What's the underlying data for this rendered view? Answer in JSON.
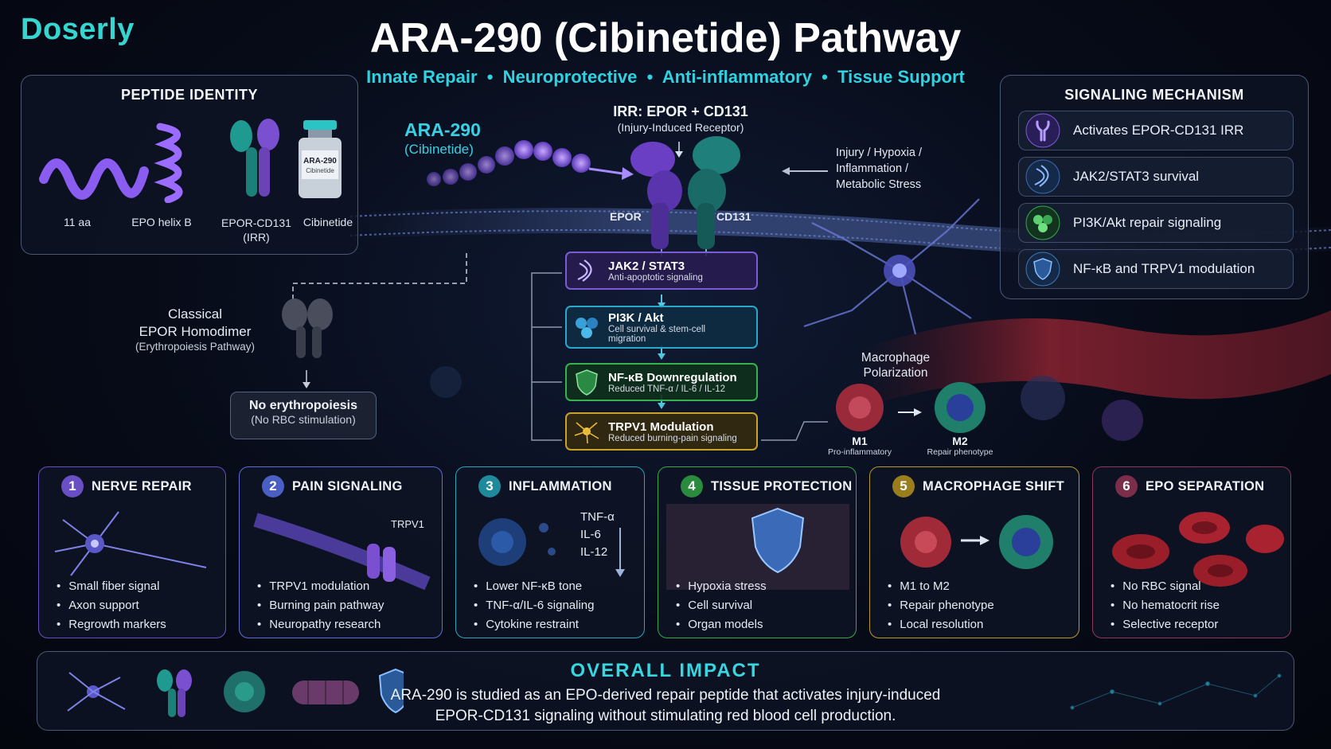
{
  "brand": "Doserly",
  "title": "ARA-290 (Cibinetide) Pathway",
  "subtitle": "Innate Repair  •  Neuroprotective  •  Anti-inflammatory  •  Tissue Support",
  "identity": {
    "heading": "PEPTIDE IDENTITY",
    "items": [
      {
        "label": "11 aa",
        "icon": "helix-ribbon-icon"
      },
      {
        "label": "EPO helix B",
        "icon": "coil-helix-icon"
      },
      {
        "label": "EPOR-CD131\n(IRR)",
        "icon": "receptor-y-icon"
      },
      {
        "label": "Cibinetide",
        "icon": "vial-icon"
      }
    ],
    "vial_label": "ARA-290",
    "vial_sub": "Cibinetide"
  },
  "peptide": {
    "name": "ARA-290",
    "sub": "(Cibinetide)"
  },
  "receptor": {
    "title": "IRR: EPOR + CD131",
    "sub": "(Injury-Induced Receptor)",
    "left": "EPOR",
    "right": "CD131"
  },
  "stress": "Injury / Hypoxia /\nInflammation /\nMetabolic Stress",
  "classical": {
    "title": "Classical\nEPOR Homodimer",
    "sub": "(Erythropoiesis Pathway)"
  },
  "no_ery": {
    "title": "No erythropoiesis",
    "sub": "(No RBC stimulation)"
  },
  "steps": [
    {
      "title": "JAK2 / STAT3",
      "sub": "Anti-apoptotic signaling",
      "color": "#7b5cd6",
      "icon": "dna-icon"
    },
    {
      "title": "PI3K / Akt",
      "sub": "Cell survival & stem-cell migration",
      "color": "#2aa7c9",
      "icon": "cells-cluster-icon"
    },
    {
      "title": "NF-κB Downregulation",
      "sub": "Reduced TNF-α / IL-6 / IL-12",
      "color": "#37b24d",
      "icon": "shield-icon"
    },
    {
      "title": "TRPV1 Modulation",
      "sub": "Reduced burning-pain signaling",
      "color": "#c9a227",
      "icon": "neuron-icon"
    }
  ],
  "mechanism": {
    "heading": "SIGNALING MECHANISM",
    "items": [
      {
        "label": "Activates EPOR-CD131 IRR",
        "icon": "receptor-icon"
      },
      {
        "label": "JAK2/STAT3 survival",
        "icon": "dna-icon"
      },
      {
        "label": "PI3K/Akt repair signaling",
        "icon": "cells-icon"
      },
      {
        "label": "NF-κB and TRPV1 modulation",
        "icon": "shield-icon"
      }
    ]
  },
  "macrophage": {
    "title": "Macrophage\nPolarization",
    "m1": "M1",
    "m1_sub": "Pro-inflammatory",
    "m2": "M2",
    "m2_sub": "Repair phenotype"
  },
  "cards": [
    {
      "num": "1",
      "title": "NERVE REPAIR",
      "color": "#7b5cd6",
      "bullets": [
        "Small fiber signal",
        "Axon support",
        "Regrowth markers"
      ]
    },
    {
      "num": "2",
      "title": "PAIN SIGNALING",
      "color": "#5b6fd6",
      "bullets": [
        "TRPV1 modulation",
        "Burning pain pathway",
        "Neuropathy research"
      ],
      "art_label": "TRPV1"
    },
    {
      "num": "3",
      "title": "INFLAMMATION",
      "color": "#2aa7b9",
      "bullets": [
        "Lower NF-κB tone",
        "TNF-α/IL-6 signaling",
        "Cytokine restraint"
      ],
      "art_labels": [
        "TNF-α",
        "IL-6",
        "IL-12"
      ]
    },
    {
      "num": "4",
      "title": "TISSUE PROTECTION",
      "color": "#37a84d",
      "bullets": [
        "Hypoxia stress",
        "Cell survival",
        "Organ models"
      ]
    },
    {
      "num": "5",
      "title": "MACROPHAGE SHIFT",
      "color": "#b89a2a",
      "bullets": [
        "M1 to M2",
        "Repair phenotype",
        "Local resolution"
      ]
    },
    {
      "num": "6",
      "title": "EPO SEPARATION",
      "color": "#8a3a5a",
      "bullets": [
        "No RBC signal",
        "No hematocrit rise",
        "Selective receptor"
      ]
    }
  ],
  "impact": {
    "title": "OVERALL IMPACT",
    "text1": "ARA-290 is studied as an EPO-derived repair peptide that activates injury-induced",
    "text2": "EPOR-CD131 signaling without stimulating red blood cell production."
  }
}
